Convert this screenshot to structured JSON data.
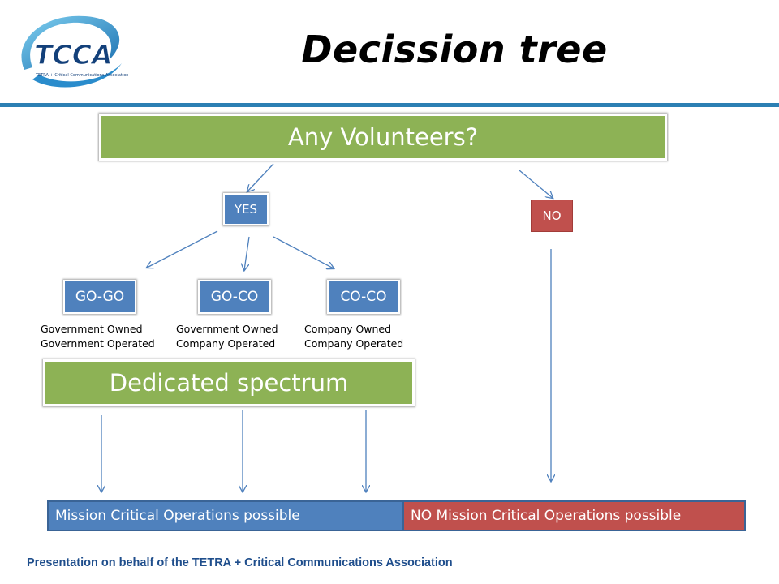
{
  "logo": {
    "text": "TCCA",
    "tagline": "TETRA + Critical Communications Association",
    "icon": "tcca-logo-icon"
  },
  "title": "Decission tree",
  "nodes": {
    "volunteers": "Any Volunteers?",
    "yes": "YES",
    "no": "NO",
    "gogo": "GO-GO",
    "goco": "GO-CO",
    "coco": "CO-CO",
    "spectrum": "Dedicated spectrum"
  },
  "captions": {
    "gogo": [
      "Government Owned",
      "Government Operated"
    ],
    "goco": [
      "Government Owned",
      "Company Operated"
    ],
    "coco": [
      "Company Owned",
      "Company Operated"
    ]
  },
  "outcomes": {
    "possible": "Mission Critical Operations possible",
    "not_possible": "NO Mission Critical Operations possible"
  },
  "footer": "Presentation on behalf of the TETRA + Critical Communications Association",
  "colors": {
    "green": "#8db255",
    "blue": "#4f81bd",
    "red": "#c0504d",
    "rule": "#2c7fb3",
    "footer": "#1f4e8c"
  }
}
